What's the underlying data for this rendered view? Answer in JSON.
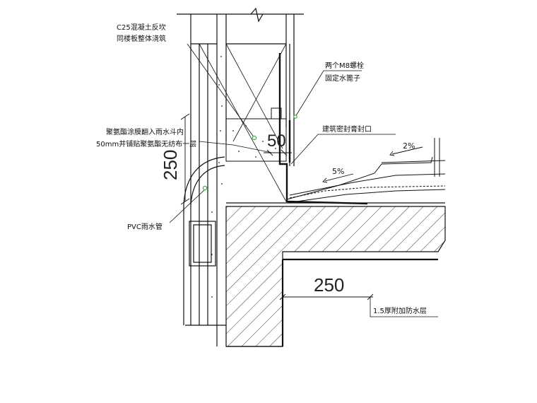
{
  "labels": {
    "c25_line1": "C25混凝土反坎",
    "c25_line2": "同楼板整体浇筑",
    "m8_line1": "两个M8螺栓",
    "m8_line2": "固定水篦子",
    "coating_line1": "聚氨酯涂膜翻入雨水斗内",
    "coating_line2": "50mm并铺贴聚氨酯无纺布一层",
    "sealant": "建筑密封膏封口",
    "pvc": "PVC雨水管",
    "extra_waterproof": "1.5厚附加防水层"
  },
  "dimensions": {
    "d50": "50",
    "d250_vertical": "250",
    "d250_horizontal": "250"
  },
  "slopes": {
    "roof_slope": "2%",
    "gutter_slope": "5%"
  },
  "colors": {
    "line": "#111111",
    "point_marker": "#3fae3f"
  }
}
